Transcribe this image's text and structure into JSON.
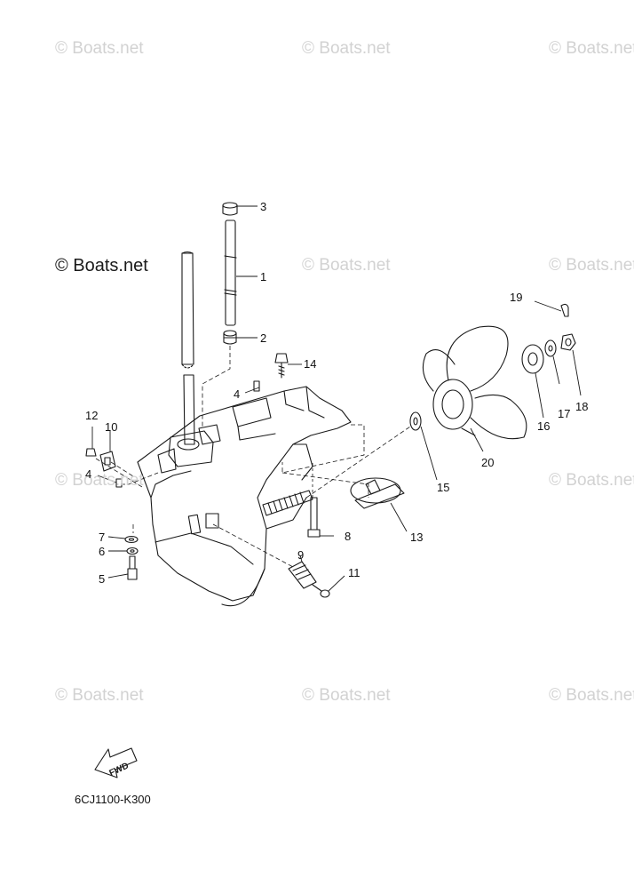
{
  "watermark_text": "© Boats.net",
  "diagram_code": "6CJ1100-K300",
  "fwd_label": "FWD",
  "callouts": [
    "1",
    "2",
    "3",
    "4",
    "4",
    "5",
    "6",
    "7",
    "8",
    "9",
    "10",
    "11",
    "12",
    "13",
    "14",
    "15",
    "16",
    "17",
    "18",
    "19",
    "20"
  ],
  "colors": {
    "ink": "#1a1a1a",
    "watermark": "#d2d2d2",
    "background": "#ffffff"
  }
}
